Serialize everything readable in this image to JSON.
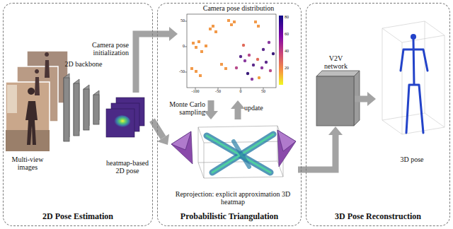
{
  "diagram": {
    "nodes": [
      {
        "text": [
          "2D Pose Estimation"
        ]
      },
      {
        "text": [
          "Probabilistic Triangulation"
        ]
      },
      {
        "text": [
          "3D Pose Reconstruction"
        ]
      },
      {
        "text": [
          "heatmap-based 2D pose"
        ],
        "in": 0
      },
      {
        "text": [
          "Camera pose distribution"
        ],
        "in": 1
      },
      {
        "text": [
          "Reprojection: explicit approximation 3D heatmap"
        ],
        "in": 1
      },
      {
        "text": [
          "V2V network"
        ],
        "in": 2
      },
      {
        "text": [
          "3D pose"
        ],
        "in": 2
      }
    ],
    "edges": [
      {
        "from": 3,
        "to": 4,
        "arrow": "to",
        "label": "Camera pose initialization"
      },
      {
        "from": 3,
        "to": 5,
        "arrow": "to"
      },
      {
        "from": 4,
        "to": 5,
        "arrow": "to",
        "label": "Monte Carlo sampling"
      },
      {
        "from": 5,
        "to": 4,
        "arrow": "to",
        "label": "update"
      },
      {
        "from": 5,
        "to": 6,
        "arrow": "to"
      },
      {
        "from": 6,
        "to": 7,
        "arrow": "to"
      }
    ],
    "labels": [
      "Multi-view images",
      "2D backbone",
      "-100",
      "-50",
      "0",
      "50",
      "50",
      "0",
      "-50",
      "80",
      "60",
      "40",
      "20"
    ]
  }
}
